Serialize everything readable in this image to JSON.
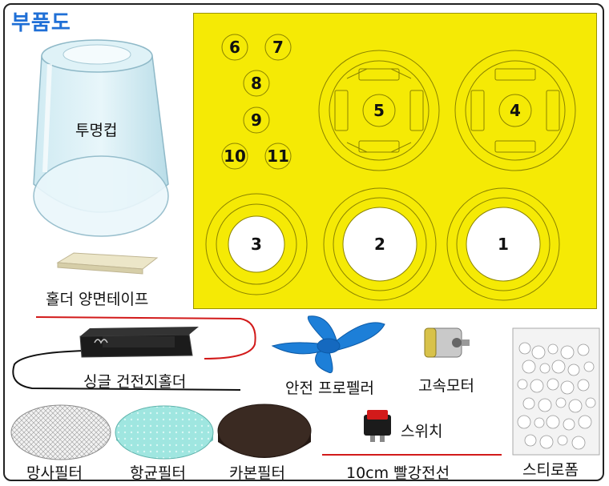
{
  "title": "부품도",
  "parts": {
    "cup": "투명컵",
    "tape": "홀더 양면테이프",
    "holder": "싱글 건전지홀더",
    "propeller": "안전 프로펠러",
    "motor": "고속모터",
    "styrofoam": "스티로폼",
    "switch": "스위치",
    "wire": "10cm 빨강전선",
    "mesh_filter": "망사필터",
    "antibacterial_filter": "항균필터",
    "carbon_filter": "카본필터"
  },
  "sheet_numbers": {
    "n1": "1",
    "n2": "2",
    "n3": "3",
    "n4": "4",
    "n5": "5",
    "n6": "6",
    "n7": "7",
    "n8": "8",
    "n9": "9",
    "n10": "10",
    "n11": "11"
  },
  "colors": {
    "title": "#1f6fd6",
    "sheet": "#f5ea05",
    "propeller": "#1d7fd8",
    "antibacterial_filter": "#9fe6e0",
    "carbon_filter": "#3a2a22",
    "wire_red": "#d21a1a"
  }
}
